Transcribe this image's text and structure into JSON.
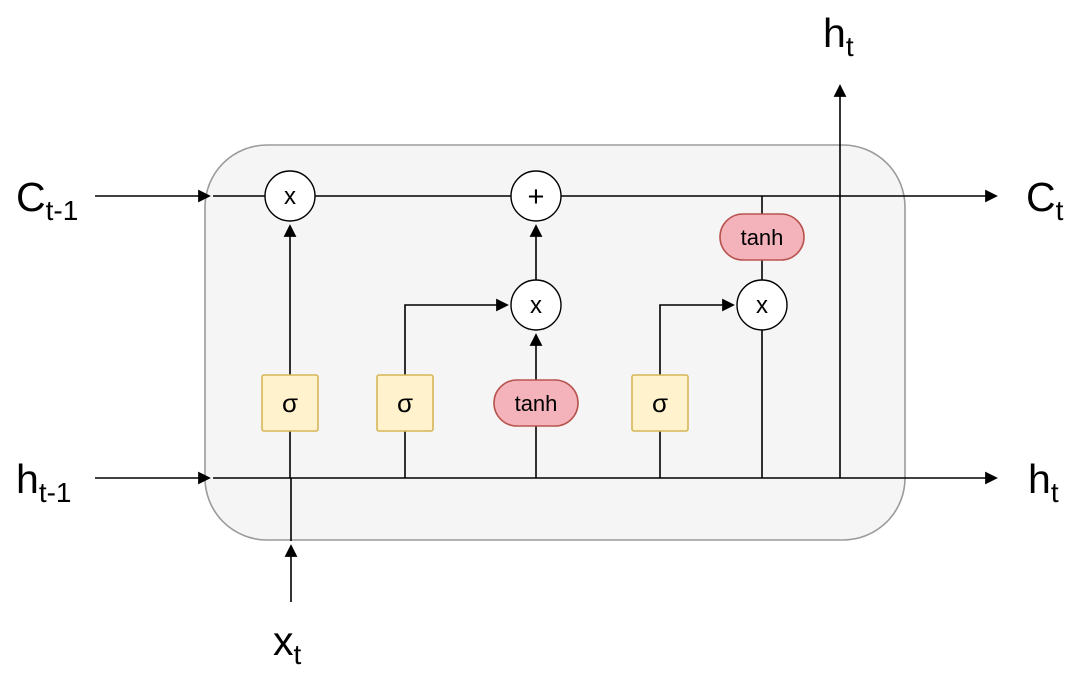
{
  "diagram": {
    "type": "LSTM cell diagram",
    "colors": {
      "background": "#ffffff",
      "cell_fill": "#f5f5f5",
      "cell_stroke": "#9b9b9b",
      "sigma_fill": "#fff2cc",
      "sigma_stroke": "#d6b656",
      "tanh_fill": "#f4b3ba",
      "tanh_stroke": "#b85450",
      "op_fill": "#ffffff",
      "op_stroke": "#000000",
      "line_color": "#000000"
    },
    "labels": {
      "c_prev": {
        "base": "C",
        "sub": "t-1"
      },
      "h_prev": {
        "base": "h",
        "sub": "t-1"
      },
      "x_in": {
        "base": "x",
        "sub": "t"
      },
      "c_out": {
        "base": "C",
        "sub": "t"
      },
      "h_out_top": {
        "base": "h",
        "sub": "t"
      },
      "h_out_right": {
        "base": "h",
        "sub": "t"
      }
    },
    "nodes": {
      "sigma_forget": "σ",
      "sigma_input": "σ",
      "tanh_candidate": "tanh",
      "sigma_output": "σ",
      "tanh_output": "tanh",
      "mul_forget": "x",
      "add": "+",
      "mul_input": "x",
      "mul_output": "x"
    }
  }
}
